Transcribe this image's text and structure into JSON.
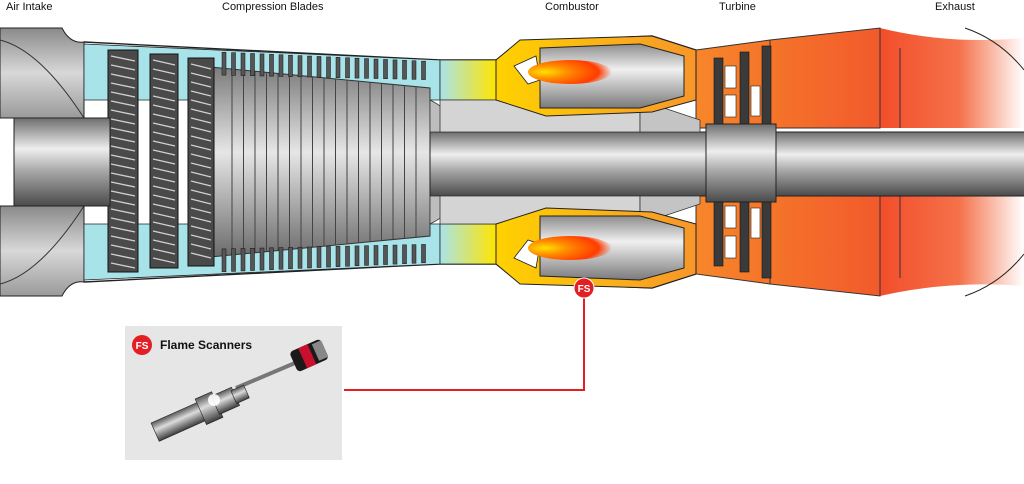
{
  "labels": {
    "air_intake": "Air Intake",
    "compression_blades": "Compression Blades",
    "combustor": "Combustor",
    "turbine": "Turbine",
    "exhaust": "Exhaust"
  },
  "sensor": {
    "badge": "FS",
    "panel_title": "Flame Scanners"
  },
  "colors": {
    "metal": "#b8b8b8",
    "compressor_air": "#a9e3ea",
    "combustor_yellow": "#ffe600",
    "turbine_orange": "#f7862a",
    "exhaust_red": "#f24e2b",
    "sensor_red": "#e31e24",
    "panel_bg": "#e6e6e6"
  },
  "icons": {
    "flame": "flame-icon",
    "scanner": "flame-scanner-device-icon"
  }
}
